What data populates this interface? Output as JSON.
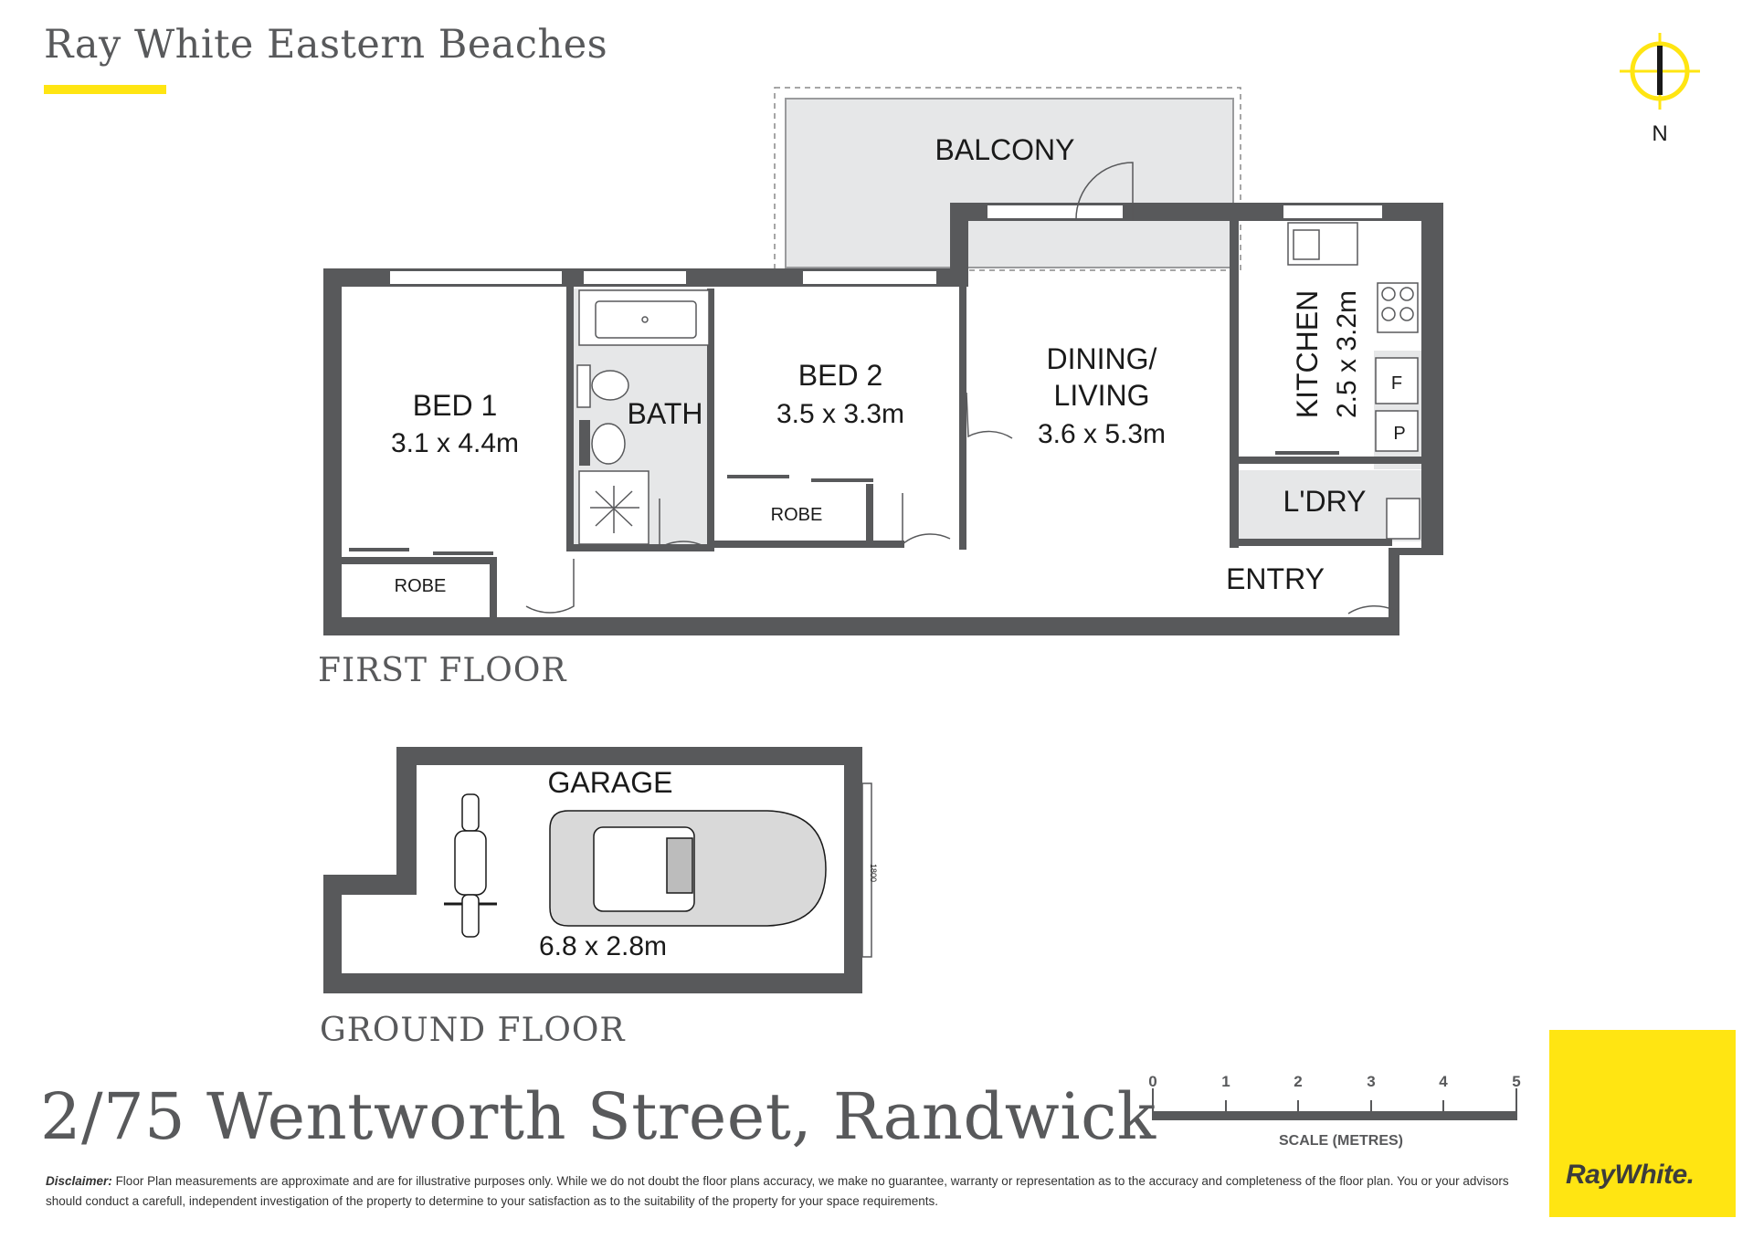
{
  "brand": {
    "name": "Ray White Eastern Beaches",
    "logo_text": "RayWhite."
  },
  "compass": {
    "label": "N"
  },
  "floors": {
    "first": "FIRST FLOOR",
    "ground": "GROUND FLOOR"
  },
  "rooms": {
    "bed1": {
      "name": "BED 1",
      "size": "3.1 x 4.4m"
    },
    "bed1_robe": "ROBE",
    "bath": "BATH",
    "bed2": {
      "name": "BED 2",
      "size": "3.5 x 3.3m"
    },
    "bed2_robe": "ROBE",
    "dining": {
      "name_line1": "DINING/",
      "name_line2": "LIVING",
      "size": "3.6 x 5.3m"
    },
    "balcony": "BALCONY",
    "kitchen": {
      "name": "KITCHEN",
      "size": "2.5 x 3.2m"
    },
    "fridge": "F",
    "pantry": "P",
    "laundry": "L'DRY",
    "entry": "ENTRY",
    "garage": {
      "name": "GARAGE",
      "size": "6.8 x 2.8m"
    },
    "garage_door": "1800"
  },
  "scale": {
    "ticks": [
      "0",
      "1",
      "2",
      "3",
      "4",
      "5"
    ],
    "label": "SCALE (METRES)"
  },
  "address": "2/75 Wentworth Street, Randwick",
  "disclaimer": {
    "label": "Disclaimer:",
    "text": "Floor Plan measurements are approximate and are for illustrative purposes only. While we do not doubt the  floor  plans  accuracy,  we make no guarantee, warranty or representation as to the accuracy and completeness of the floor plan.  You  or  your  advisors  should  conduct a carefull, independent investigation of the property to determine to your satisfaction as to the suitability of the property for your space requirements."
  },
  "colors": {
    "wall": "#58595b",
    "room_fill": "#e6e7e8",
    "brand_yellow": "#ffe512",
    "text_grey": "#58595b"
  }
}
